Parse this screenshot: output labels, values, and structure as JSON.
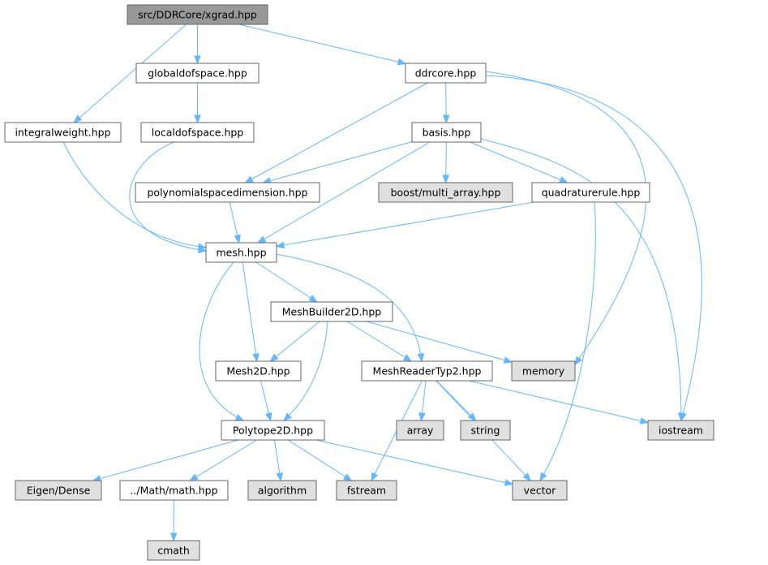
{
  "colors": {
    "root_fill": "#999999",
    "node_fill": "#ffffff",
    "external_fill": "#e0e0e0",
    "border": "#666666",
    "edge": "#63b8ff"
  },
  "nodes": [
    {
      "id": "xgrad",
      "label": "src/DDRCore/xgrad.hpp",
      "kind": "root"
    },
    {
      "id": "globaldofspace",
      "label": "globaldofspace.hpp",
      "kind": "internal"
    },
    {
      "id": "ddrcore",
      "label": "ddrcore.hpp",
      "kind": "internal"
    },
    {
      "id": "integralweight",
      "label": "integralweight.hpp",
      "kind": "internal"
    },
    {
      "id": "localdofspace",
      "label": "localdofspace.hpp",
      "kind": "internal"
    },
    {
      "id": "basis",
      "label": "basis.hpp",
      "kind": "internal"
    },
    {
      "id": "polyspacedim",
      "label": "polynomialspacedimension.hpp",
      "kind": "internal"
    },
    {
      "id": "multiarray",
      "label": "boost/multi_array.hpp",
      "kind": "external"
    },
    {
      "id": "quadrule",
      "label": "quadraturerule.hpp",
      "kind": "internal"
    },
    {
      "id": "mesh",
      "label": "mesh.hpp",
      "kind": "internal"
    },
    {
      "id": "meshbuilder",
      "label": "MeshBuilder2D.hpp",
      "kind": "internal"
    },
    {
      "id": "mesh2d",
      "label": "Mesh2D.hpp",
      "kind": "internal"
    },
    {
      "id": "meshreader",
      "label": "MeshReaderTyp2.hpp",
      "kind": "internal"
    },
    {
      "id": "memory",
      "label": "memory",
      "kind": "external"
    },
    {
      "id": "array",
      "label": "array",
      "kind": "external"
    },
    {
      "id": "string",
      "label": "string",
      "kind": "external"
    },
    {
      "id": "iostream",
      "label": "iostream",
      "kind": "external"
    },
    {
      "id": "polytope",
      "label": "Polytope2D.hpp",
      "kind": "internal"
    },
    {
      "id": "eigen",
      "label": "Eigen/Dense",
      "kind": "external"
    },
    {
      "id": "math",
      "label": "../Math/math.hpp",
      "kind": "internal"
    },
    {
      "id": "algorithm",
      "label": "algorithm",
      "kind": "external"
    },
    {
      "id": "fstream",
      "label": "fstream",
      "kind": "external"
    },
    {
      "id": "vector",
      "label": "vector",
      "kind": "external"
    },
    {
      "id": "cmath",
      "label": "cmath",
      "kind": "external"
    }
  ],
  "edges": [
    {
      "from": "xgrad",
      "to": "integralweight"
    },
    {
      "from": "xgrad",
      "to": "globaldofspace"
    },
    {
      "from": "xgrad",
      "to": "ddrcore"
    },
    {
      "from": "globaldofspace",
      "to": "localdofspace"
    },
    {
      "from": "ddrcore",
      "to": "basis"
    },
    {
      "from": "ddrcore",
      "to": "polyspacedim"
    },
    {
      "from": "ddrcore",
      "to": "memory"
    },
    {
      "from": "ddrcore",
      "to": "iostream"
    },
    {
      "from": "integralweight",
      "to": "mesh"
    },
    {
      "from": "localdofspace",
      "to": "mesh"
    },
    {
      "from": "basis",
      "to": "polyspacedim"
    },
    {
      "from": "basis",
      "to": "multiarray"
    },
    {
      "from": "basis",
      "to": "quadrule"
    },
    {
      "from": "basis",
      "to": "mesh"
    },
    {
      "from": "basis",
      "to": "iostream"
    },
    {
      "from": "polyspacedim",
      "to": "mesh"
    },
    {
      "from": "quadrule",
      "to": "mesh"
    },
    {
      "from": "quadrule",
      "to": "vector"
    },
    {
      "from": "mesh",
      "to": "meshbuilder"
    },
    {
      "from": "mesh",
      "to": "mesh2d"
    },
    {
      "from": "mesh",
      "to": "meshreader"
    },
    {
      "from": "mesh",
      "to": "polytope"
    },
    {
      "from": "meshbuilder",
      "to": "mesh2d"
    },
    {
      "from": "meshbuilder",
      "to": "meshreader"
    },
    {
      "from": "meshbuilder",
      "to": "memory"
    },
    {
      "from": "meshbuilder",
      "to": "polytope"
    },
    {
      "from": "mesh2d",
      "to": "polytope"
    },
    {
      "from": "meshreader",
      "to": "array"
    },
    {
      "from": "meshreader",
      "to": "string"
    },
    {
      "from": "meshreader",
      "to": "iostream"
    },
    {
      "from": "meshreader",
      "to": "vector"
    },
    {
      "from": "meshreader",
      "to": "fstream"
    },
    {
      "from": "polytope",
      "to": "eigen"
    },
    {
      "from": "polytope",
      "to": "math"
    },
    {
      "from": "polytope",
      "to": "algorithm"
    },
    {
      "from": "polytope",
      "to": "fstream"
    },
    {
      "from": "polytope",
      "to": "vector"
    },
    {
      "from": "math",
      "to": "cmath"
    }
  ]
}
